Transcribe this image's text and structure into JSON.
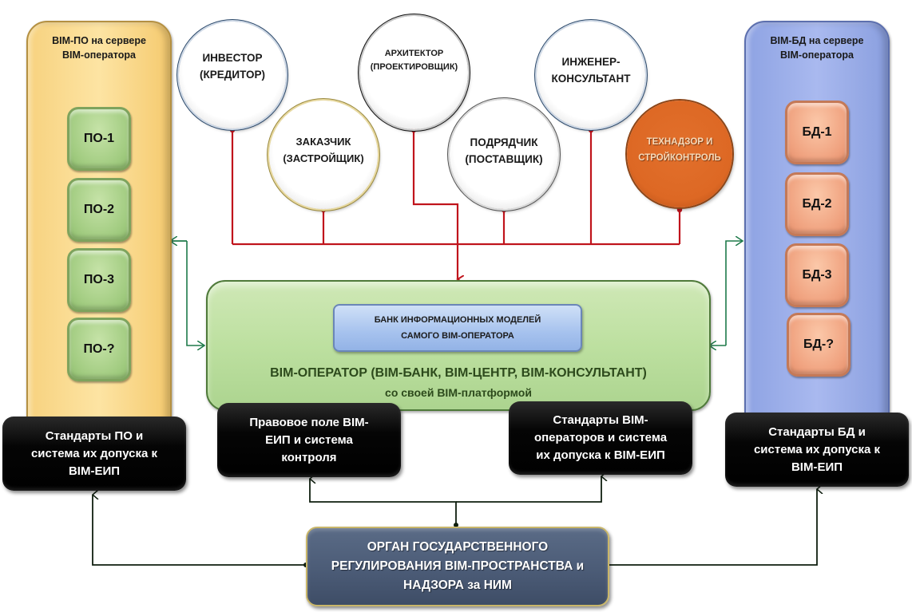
{
  "left_panel": {
    "title_line1": "BIM-ПО на сервере",
    "title_line2": "BIM-оператора",
    "items": [
      "ПО-1",
      "ПО-2",
      "ПО-3",
      "ПО-?"
    ]
  },
  "right_panel": {
    "title_line1": "BIM-БД на сервере",
    "title_line2": "BIM-оператора",
    "items": [
      "БД-1",
      "БД-2",
      "БД-3",
      "БД-?"
    ]
  },
  "participants": [
    {
      "line1": "ИНВЕСТОР",
      "line2": "(КРЕДИТОР)"
    },
    {
      "line1": "ЗАКАЗЧИК",
      "line2": "(ЗАСТРОЙЩИК)"
    },
    {
      "line1": "АРХИТЕКТОР",
      "line2": "(ПРОЕКТИРОВЩИК)"
    },
    {
      "line1": "ПОДРЯДЧИК",
      "line2": "(ПОСТАВЩИК)"
    },
    {
      "line1": "ИНЖЕНЕР-",
      "line2": "КОНСУЛЬТАНТ"
    },
    {
      "line1": "ТЕХНАДЗОР И",
      "line2": "СТРОЙКОНТРОЛЬ"
    }
  ],
  "operator": {
    "bank_line1": "БАНК ИНФОРМАЦИОННЫХ МОДЕЛЕЙ",
    "bank_line2": "САМОГО BIM-ОПЕРАТОРА",
    "title": "BIM-ОПЕРАТОР (BIM-БАНК, BIM-ЦЕНТР, BIM-КОНСУЛЬТАНТ)",
    "subtitle": "со своей BIM-платформой"
  },
  "standards": {
    "po": [
      "Стандарты ПО и",
      "система их допуска к",
      "BIM-ЕИП"
    ],
    "legal": [
      "Правовое поле BIM-",
      "ЕИП и система",
      "контроля"
    ],
    "operators": [
      "Стандарты BIM-",
      "операторов и система",
      "их допуска к BIM-ЕИП"
    ],
    "bd": [
      "Стандарты БД и",
      "система их допуска к",
      "BIM-ЕИП"
    ]
  },
  "government": {
    "line1": "ОРГАН ГОСУДАРСТВЕННОГО",
    "line2": "РЕГУЛИРОВАНИЯ BIM-ПРОСТРАНСТВА и",
    "line3": "НАДЗОРА за НИМ"
  },
  "colors": {
    "participant_link": "#c0141c",
    "panel_link": "#1e7a4a",
    "regulation_link": "#0f1f0f",
    "technadzor_fill": "#dd6824"
  }
}
